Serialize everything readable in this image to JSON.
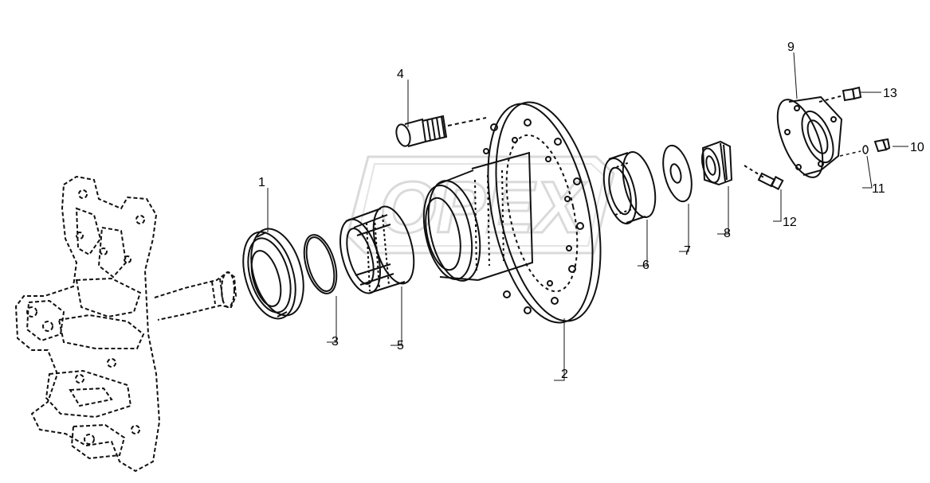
{
  "watermark": {
    "text": "OPEX",
    "color": "#c8c8c8"
  },
  "colors": {
    "line": "#111111",
    "background": "#ffffff"
  },
  "parts": [
    {
      "id": "part-1",
      "label": "1"
    },
    {
      "id": "part-2",
      "label": "2"
    },
    {
      "id": "part-3",
      "label": "3"
    },
    {
      "id": "part-4",
      "label": "4"
    },
    {
      "id": "part-5",
      "label": "5"
    },
    {
      "id": "part-6",
      "label": "6"
    },
    {
      "id": "part-7",
      "label": "7"
    },
    {
      "id": "part-8",
      "label": "8"
    },
    {
      "id": "part-9",
      "label": "9"
    },
    {
      "id": "part-10",
      "label": "10"
    },
    {
      "id": "part-11",
      "label": "11"
    },
    {
      "id": "part-12",
      "label": "12"
    },
    {
      "id": "part-13",
      "label": "13"
    }
  ]
}
